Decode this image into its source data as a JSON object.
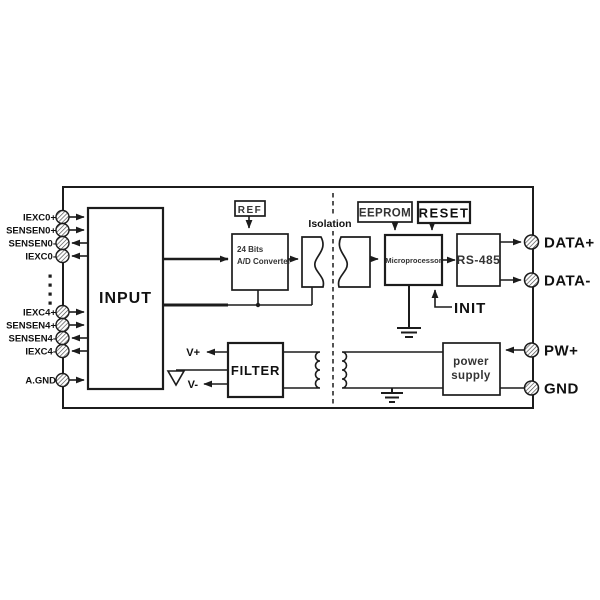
{
  "blocks": {
    "input": "INPUT",
    "ref": "REF",
    "adc_line1": "24 Bits",
    "adc_line2": "A/D Converter",
    "eeprom": "EEPROM",
    "reset": "RESET",
    "microprocessor": "Microprocessor",
    "rs485": "RS-485",
    "filter": "FILTER",
    "power_line1": "power",
    "power_line2": "supply"
  },
  "labels": {
    "isolation": "Isolation",
    "init": "INIT",
    "v_plus": "V+",
    "v_minus": "V-"
  },
  "terminals": {
    "left_top": [
      "IEXC0+",
      "SENSEN0+",
      "SENSEN0-",
      "IEXC0-"
    ],
    "left_bottom": [
      "IEXC4+",
      "SENSEN4+",
      "SENSEN4-",
      "IEXC4-"
    ],
    "agnd": "A.GND",
    "right": [
      "DATA+",
      "DATA-",
      "PW+",
      "GND"
    ]
  },
  "colors": {
    "line": "#1c1c1c",
    "background": "#ffffff"
  }
}
